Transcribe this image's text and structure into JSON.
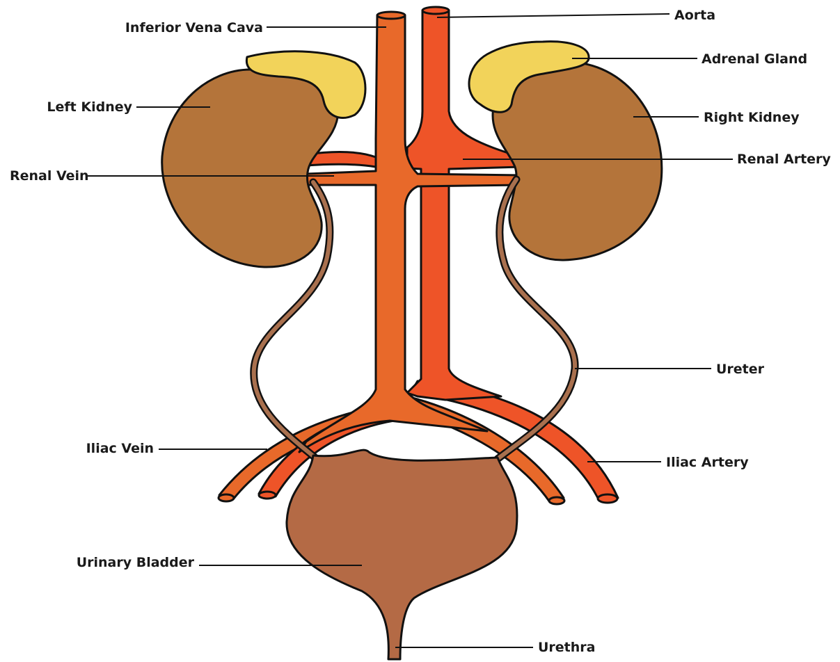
{
  "labels": {
    "inferior_vena_cava": "Inferior Vena Cava",
    "aorta": "Aorta",
    "adrenal_gland": "Adrenal Gland",
    "left_kidney": "Left Kidney",
    "right_kidney": "Right Kidney",
    "renal_artery": "Renal Artery",
    "renal_vein": "Renal Vein",
    "ureter": "Ureter",
    "iliac_vein": "Iliac Vein",
    "iliac_artery": "Iliac Artery",
    "urinary_bladder": "Urinary Bladder",
    "urethra": "Urethra"
  },
  "colors": {
    "kidney": "#b4743a",
    "adrenal": "#f2d35a",
    "vein": "#e8692a",
    "artery": "#ee5428",
    "ureter": "#a9704e",
    "bladder": "#b46a45",
    "outline": "#111111"
  }
}
